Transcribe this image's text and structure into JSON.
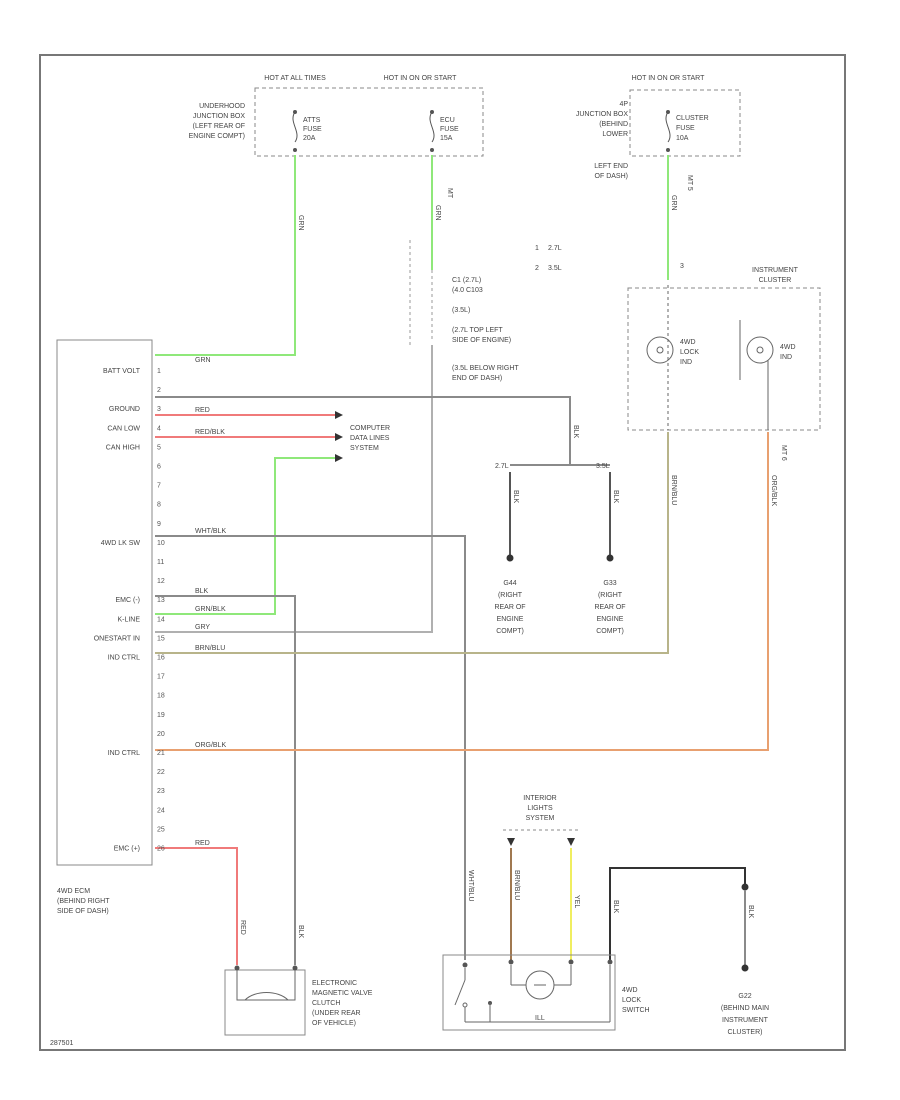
{
  "colors": {
    "green": "#8fe87a",
    "red": "#f07a7a",
    "gray": "#8a8a8a",
    "lightgray": "#b0b0b0",
    "olive": "#b8b48a",
    "orange": "#e8a070",
    "brown": "#a07850",
    "yellow": "#f0ee60",
    "black": "#333333"
  },
  "fuse_boxes": {
    "left": {
      "hot_at_all_times": "HOT AT ALL TIMES",
      "hot_in_on": "HOT IN ON OR START",
      "location_lines": [
        "UNDERHOOD",
        "JUNCTION BOX",
        "(LEFT REAR OF",
        "ENGINE COMPT)"
      ],
      "fuse_a_lines": [
        "ATTS",
        "FUSE",
        "20A"
      ],
      "fuse_b_lines": [
        "ECU",
        "FUSE",
        "15A"
      ]
    },
    "right": {
      "hot_in_on": "HOT IN ON OR START",
      "location_lines": [
        "4P",
        "JUNCTION BOX",
        "(BEHIND",
        "LOWER",
        "LEFT END",
        "OF DASH)"
      ],
      "fuse_lines": [
        "CLUSTER",
        "FUSE",
        "10A"
      ]
    }
  },
  "wire_colors": {
    "grn_top": "GRN",
    "grn_mid": "GRN",
    "grn_right": "GRN",
    "grn_ecu": "GRN",
    "blk_ground": "BLK",
    "red_canl": "RED",
    "red_blk_canh": "RED/BLK",
    "wht_blk": "WHT/BLK",
    "blk_ecu": "BLK",
    "grn_blk": "GRN/BLK",
    "gry": "GRY",
    "brn_blu": "BRN/BLU",
    "org_blk": "ORG/BLK",
    "red_valve": "RED",
    "blk_valve": "BLK",
    "blk_g1": "BLK",
    "blk_g2": "BLK",
    "blk_g3": "BLK",
    "brn_ind": "BRN/BLU",
    "org_ind": "ORG/BLK",
    "wht_blu_sw": "WHT/BLU",
    "brn_sw": "BRN/BLU",
    "yel_sw": "YEL",
    "blk_sw": "BLK",
    "blk_right_ground": "BLK"
  },
  "connectors": {
    "c1_lines": [
      "C1 (2.7L)",
      "(4.0 C103",
      "(3.5L)",
      "(2.7L TOP LEFT",
      "SIDE OF ENGINE)",
      "(3.5L BELOW RIGHT",
      "END OF DASH)"
    ],
    "legend_27": "2.7L",
    "legend_35": "3.5L",
    "ref_1": "1",
    "ref_2": "2",
    "ref_3": "3",
    "c_code_left": "MT",
    "c_code_right": "MT 5",
    "c_code_ind": "MT 6"
  },
  "instrument_cluster": {
    "title_lines": [
      "INSTRUMENT",
      "CLUSTER"
    ],
    "indicator_1_lines": [
      "4WD",
      "LOCK",
      "IND"
    ],
    "indicator_2_lines": [
      "4WD",
      "IND"
    ]
  },
  "computer_data_lines": [
    "COMPUTER",
    "DATA LINES",
    "SYSTEM"
  ],
  "ecu": {
    "pins": [
      {
        "label": "BATT VOLT",
        "num": "1"
      },
      {
        "label": "",
        "num": "2"
      },
      {
        "label": "GROUND",
        "num": "3"
      },
      {
        "label": "CAN LOW",
        "num": "4"
      },
      {
        "label": "CAN HIGH",
        "num": "5"
      },
      {
        "label": "",
        "num": "6"
      },
      {
        "label": "",
        "num": "7"
      },
      {
        "label": "",
        "num": "8"
      },
      {
        "label": "",
        "num": "9"
      },
      {
        "label": "4WD LK SW",
        "num": "10"
      },
      {
        "label": "",
        "num": "11"
      },
      {
        "label": "",
        "num": "12"
      },
      {
        "label": "EMC (-)",
        "num": "13"
      },
      {
        "label": "K-LINE",
        "num": "14"
      },
      {
        "label": "ONESTART IN",
        "num": "15"
      },
      {
        "label": "IND CTRL",
        "num": "16"
      },
      {
        "label": "",
        "num": "17"
      },
      {
        "label": "",
        "num": "18"
      },
      {
        "label": "",
        "num": "19"
      },
      {
        "label": "",
        "num": "20"
      },
      {
        "label": "IND CTRL",
        "num": "21"
      },
      {
        "label": "",
        "num": "22"
      },
      {
        "label": "",
        "num": "23"
      },
      {
        "label": "",
        "num": "24"
      },
      {
        "label": "",
        "num": "25"
      },
      {
        "label": "EMC (+)",
        "num": "26"
      }
    ],
    "location_lines": [
      "4WD ECM",
      "(BEHIND RIGHT",
      "SIDE OF DASH)"
    ]
  },
  "grounds": {
    "g1_lines": [
      "G44",
      "(RIGHT",
      "REAR OF",
      "ENGINE",
      "COMPT)"
    ],
    "g2_lines": [
      "G33",
      "(RIGHT",
      "REAR OF",
      "ENGINE",
      "COMPT)"
    ],
    "g3_lines": [
      "G22",
      "(BEHIND MAIN",
      "INSTRUMENT",
      "CLUSTER)"
    ]
  },
  "interior_lights": {
    "title_lines": [
      "INTERIOR",
      "LIGHTS",
      "SYSTEM"
    ]
  },
  "valve_lines": [
    "ELECTRONIC",
    "MAGNETIC VALVE",
    "CLUTCH",
    "(UNDER REAR",
    "OF VEHICLE)"
  ],
  "lock_switch_lines": [
    "4WD",
    "LOCK",
    "SWITCH"
  ],
  "switch_ill": "ILL",
  "figure_code": "287501"
}
